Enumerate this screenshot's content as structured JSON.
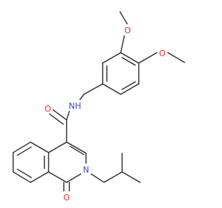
{
  "colors": {
    "bond": "#3c3c3c",
    "oxygen": "#e8302a",
    "nitrogen": "#3a4cc9",
    "background": "#ffffff"
  },
  "atoms": {
    "methoxy_top": {
      "element": "O",
      "text": "O"
    },
    "methoxy_right": {
      "element": "O",
      "text": "O"
    },
    "amide_o": {
      "element": "O",
      "text": "O"
    },
    "amide_n": {
      "element": "N",
      "text": "NH"
    },
    "ring_n": {
      "element": "N",
      "text": "N"
    },
    "lactam_o": {
      "element": "O",
      "text": "O"
    }
  }
}
